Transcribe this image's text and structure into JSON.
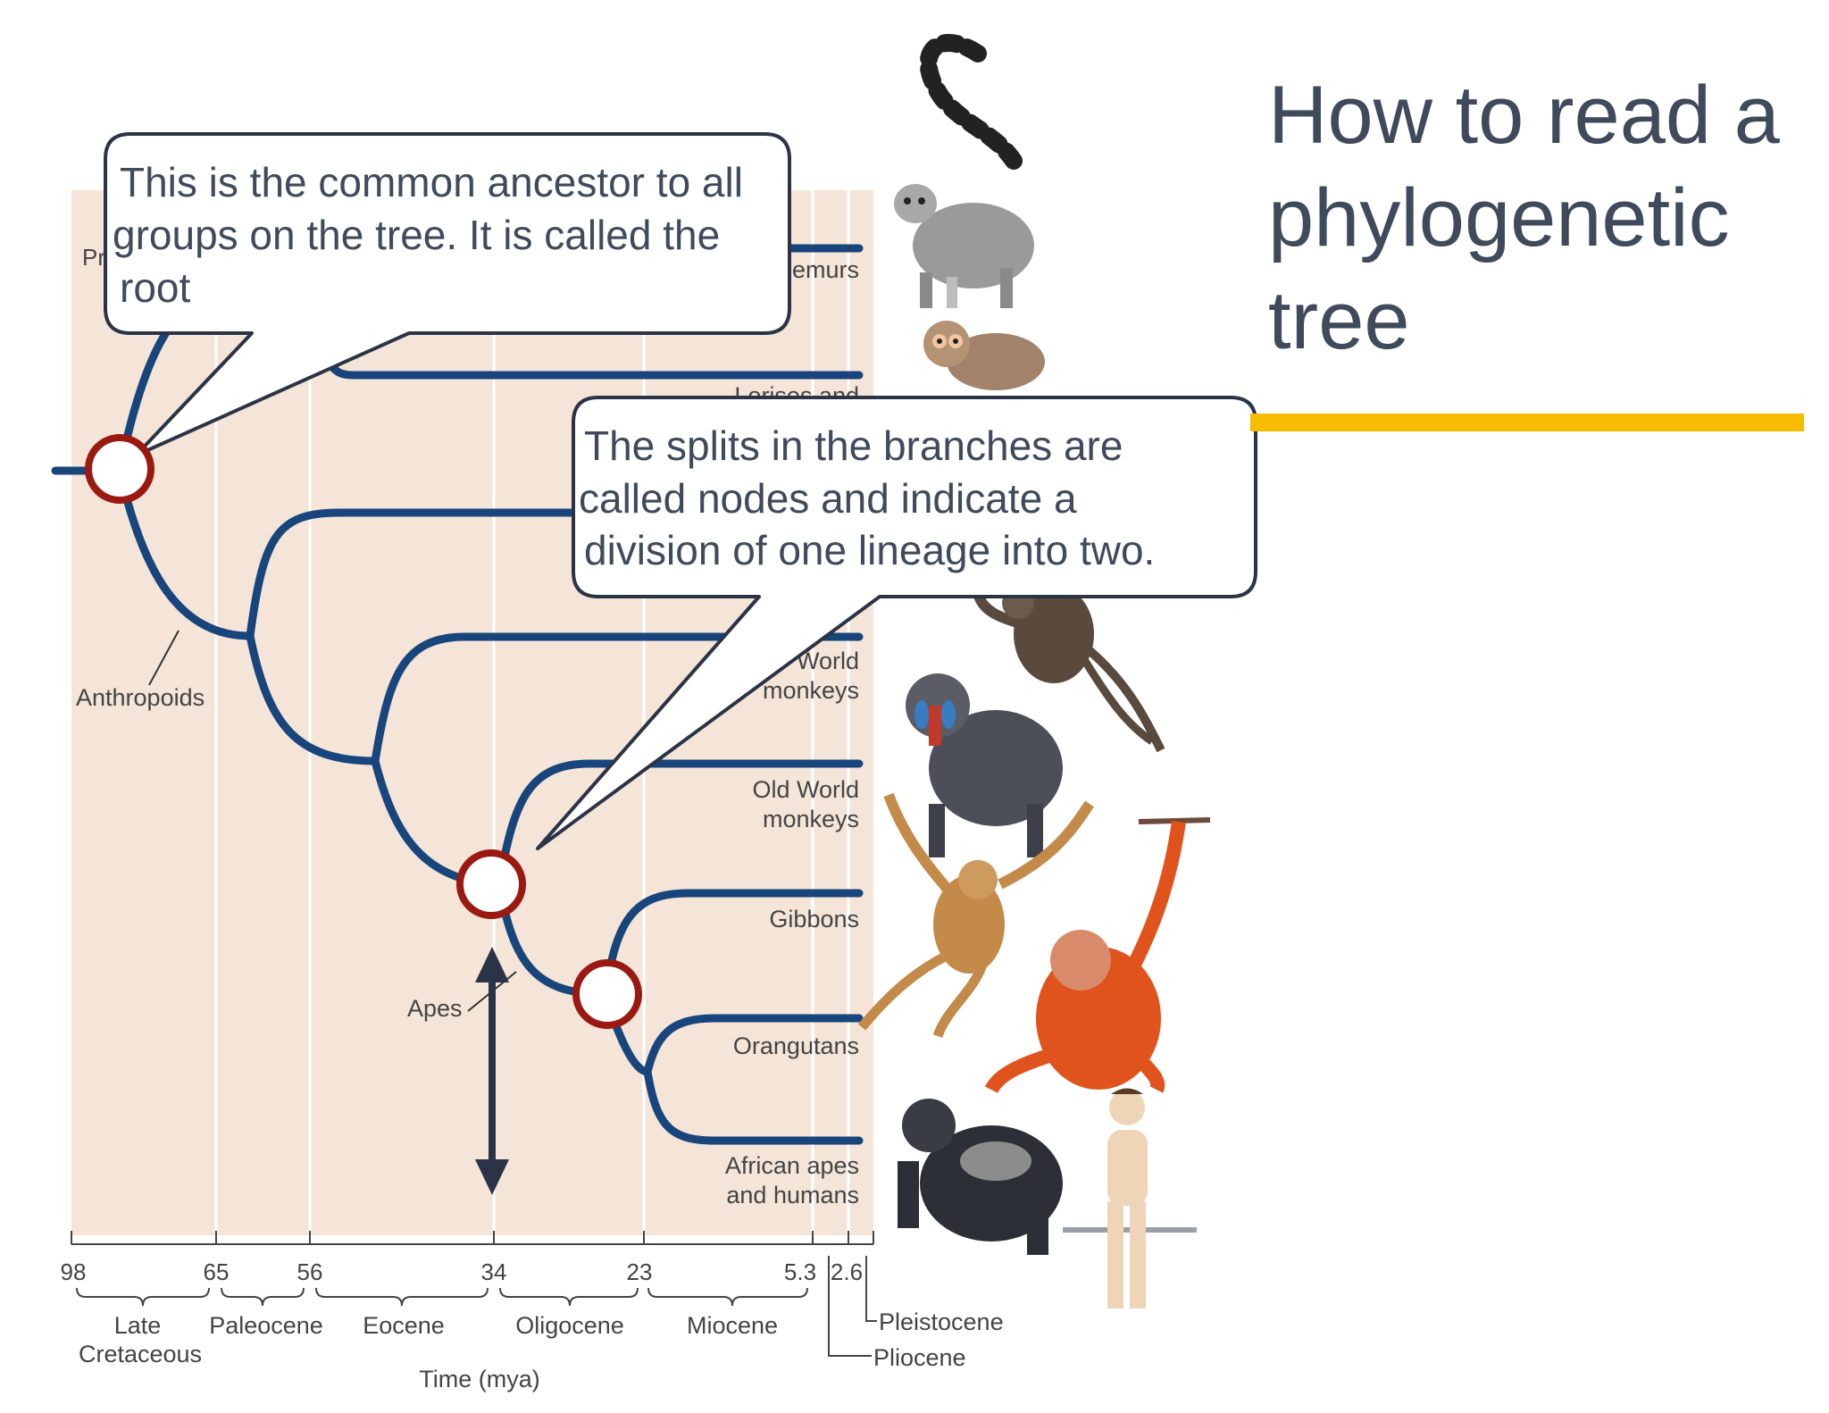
{
  "slide": {
    "title_lines": [
      "How to read a",
      "phylogenetic",
      "tree"
    ],
    "accent_color": "#f5bc00"
  },
  "tree": {
    "colors": {
      "panel": "#f4e5d8",
      "branch": "#17457c",
      "node_ring": "#9a1a12",
      "arrow": "#2b3446",
      "label_text": "#444444"
    },
    "clade_labels": {
      "primates_partial": "Pr",
      "anthropoids": "Anthropoids",
      "apes": "Apes"
    },
    "tip_labels": {
      "lemurs_partial": "emurs",
      "lorises_partial": "Lorises and",
      "new_world_line1": "World",
      "new_world_line2": "monkeys",
      "old_world_line1": "Old World",
      "old_world_line2": "monkeys",
      "gibbons": "Gibbons",
      "orangutans": "Orangutans",
      "african_line1": "African apes",
      "african_line2": "and humans"
    },
    "axis": {
      "ticks": [
        "98",
        "65",
        "56",
        "34",
        "23",
        "5.3",
        "2.6"
      ],
      "title": "Time (mya)",
      "epochs": {
        "late_cretaceous_line1": "Late",
        "late_cretaceous_line2": "Cretaceous",
        "paleocene": "Paleocene",
        "eocene": "Eocene",
        "oligocene": "Oligocene",
        "miocene": "Miocene",
        "pliocene": "Pliocene",
        "pleistocene": "Pleistocene"
      }
    }
  },
  "callouts": {
    "root": {
      "lines": [
        "This is the common ancestor to all",
        "groups on the tree. It is called the",
        "root"
      ]
    },
    "nodes": {
      "lines": [
        "The splits in the branches are",
        "called nodes and indicate a",
        "division of one lineage into two."
      ]
    }
  },
  "animals": [
    "ring-tailed-lemur",
    "loris",
    "spider-monkey",
    "mandrill",
    "gibbon",
    "orangutan",
    "gorilla",
    "human"
  ]
}
